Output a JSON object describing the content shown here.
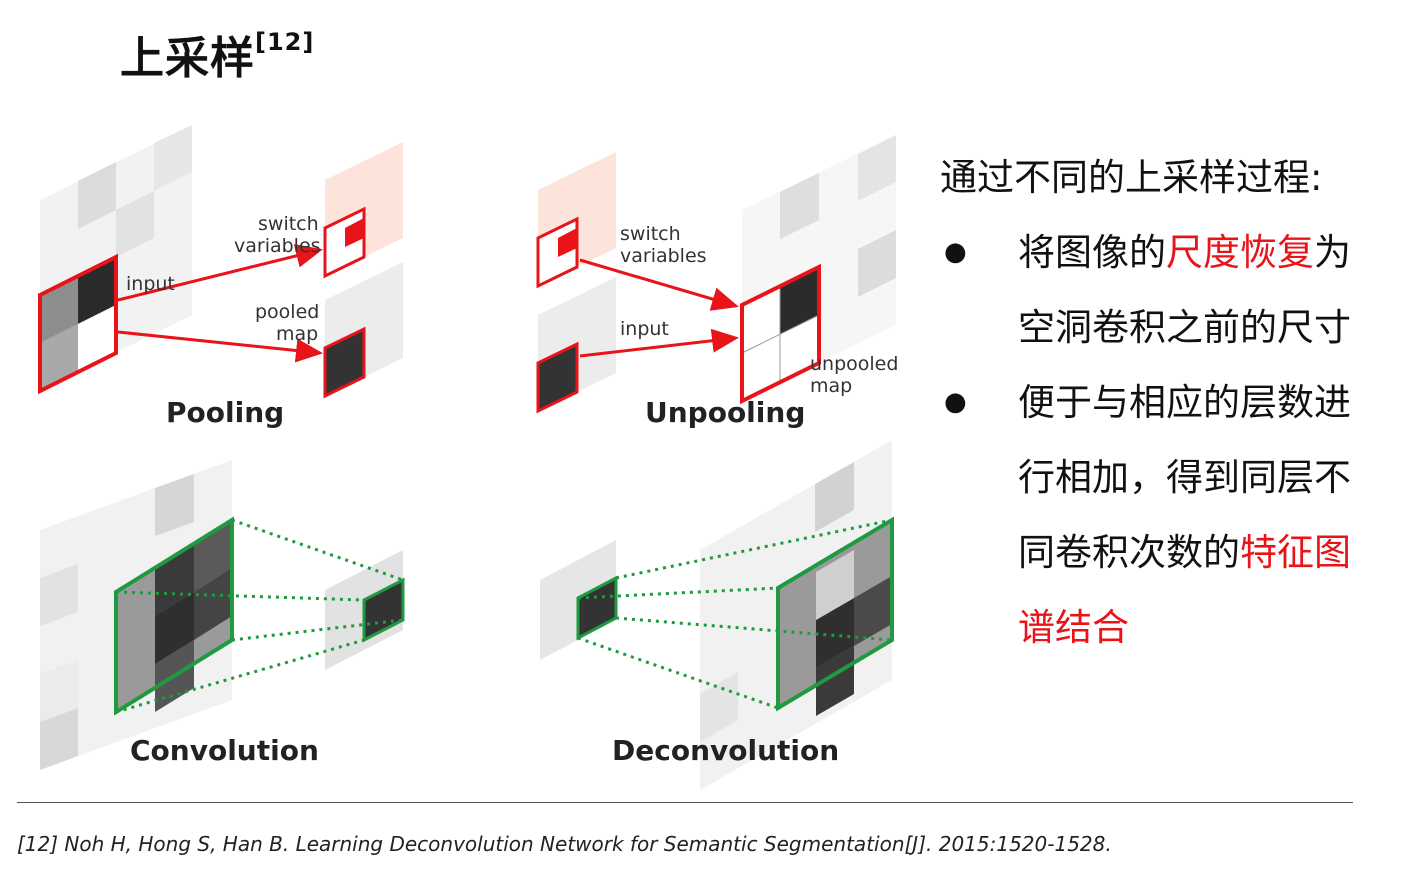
{
  "slide": {
    "title": "上采样",
    "title_ref": "[12]",
    "diagrams": {
      "pooling": {
        "label": "Pooling",
        "input": "input",
        "switch1": "switch",
        "switch2": "variables",
        "pooled1": "pooled",
        "pooled2": "map"
      },
      "unpooling": {
        "label": "Unpooling",
        "switch1": "switch",
        "switch2": "variables",
        "input": "input",
        "unpooled1": "unpooled",
        "unpooled2": "map"
      },
      "convolution": {
        "label": "Convolution"
      },
      "deconvolution": {
        "label": "Deconvolution"
      }
    },
    "text": {
      "intro": "通过不同的上采样过程:",
      "bullet_symbol": "●",
      "bullet1_a": "将图像的",
      "bullet1_red": "尺度恢复",
      "bullet1_b": "为空洞卷积之前的尺寸",
      "bullet2_a": "便于与相应的层数进行相加，得到同层不同卷积次数的",
      "bullet2_red": "特征图谱结合"
    },
    "reference": "[12] Noh H, Hong S, Han B. Learning Deconvolution Network for Semantic Segmentation[J]. 2015:1520-1528.",
    "colors": {
      "accent_red": "#e8141a",
      "conv_green": "#1f9a3f"
    }
  }
}
